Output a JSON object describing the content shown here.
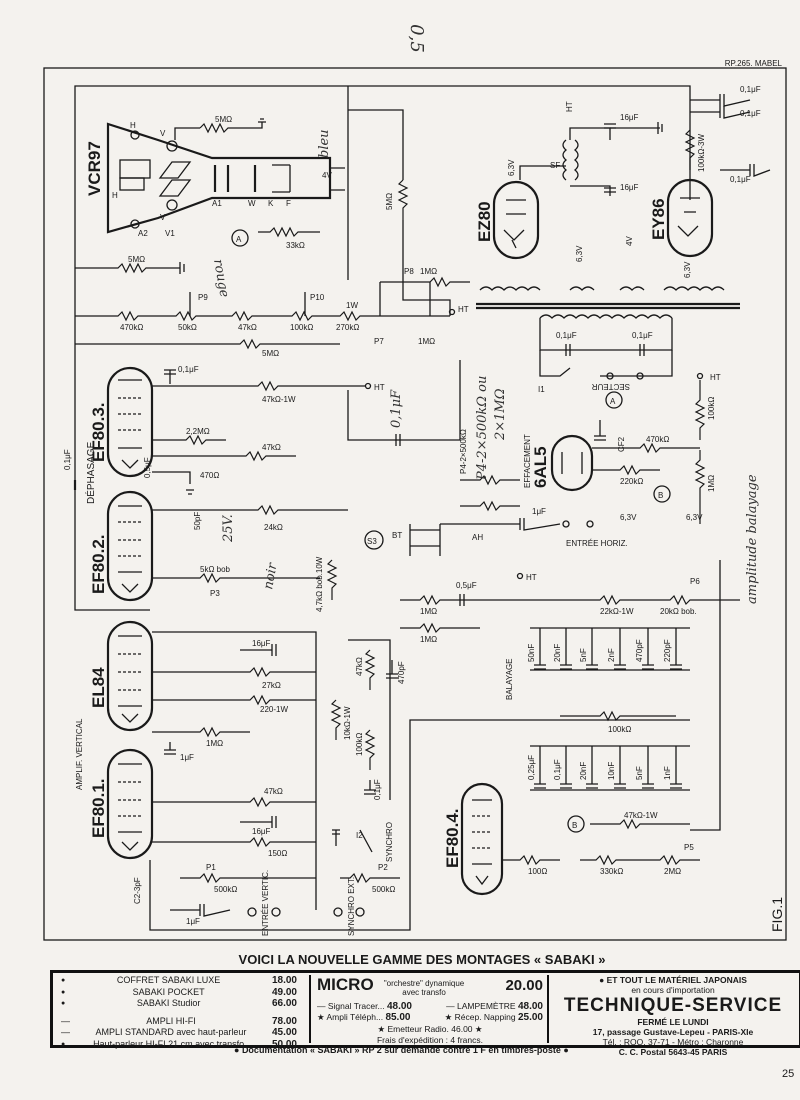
{
  "header_ref": "RP.265. MABEL",
  "handwritten_top": "0,5",
  "figure_label": "FIG.1",
  "tubes": [
    {
      "name": "VCR97"
    },
    {
      "name": "EZ80"
    },
    {
      "name": "EY86"
    },
    {
      "name": "EF80.3."
    },
    {
      "name": "EF80.2."
    },
    {
      "name": "EL84"
    },
    {
      "name": "EF80.1."
    },
    {
      "name": "6AL5"
    },
    {
      "name": "EF80.4."
    }
  ],
  "section_labels": {
    "dephasage": "DÉPHASAGE",
    "ampli_vertical": "AMPLIF. VERTICAL",
    "balayage": "BALAYAGE",
    "effacement": "EFFACEMENT",
    "secteur": "SECTEUR",
    "entree_horiz": "ENTRÉE HORIZ.",
    "entree_vertic": "ENTRÉE VERTIC.",
    "synchro_ext": "SYNCHRO EXT.",
    "synchro": "SYNCHRO"
  },
  "components": {
    "r_5m_top": "5MΩ",
    "r_33k": "33kΩ",
    "r_5m_left": "5MΩ",
    "r_5m_vert": "5MΩ",
    "r_1m_p8": "1MΩ",
    "p8": "P8",
    "p9": "P9",
    "p10": "P10",
    "p7": "P7",
    "r_470k": "470kΩ",
    "r_50k": "50kΩ",
    "r_47k_a": "47kΩ",
    "r_100k_a": "100kΩ",
    "r_270k": "270kΩ",
    "r_1w": "1W",
    "r_1m_p7": "1MΩ",
    "r_5m_bottom": "5MΩ",
    "r_47k_1w": "47kΩ-1W",
    "r_22m": "2,2MΩ",
    "r_47k_b": "47kΩ",
    "r_470": "470Ω",
    "c_01uf": "0,1μF",
    "c_05uf": "0,5μF",
    "c_50pf": "50pF",
    "r_24k": "24kΩ",
    "r_5k_bob": "5kΩ bob",
    "p3": "P3",
    "r_47k_bob": "4,7kΩ bob.10W",
    "c_16uf_a": "16μF",
    "r_27k": "27kΩ",
    "r_220_1w": "220-1W",
    "r_1m_el": "1MΩ",
    "c_1uf": "1μF",
    "r_10k_1w": "10kΩ-1W",
    "r_47k_c": "47kΩ",
    "c_470pf": "470pF",
    "r_100k_b": "100kΩ",
    "c_01uf_b": "0,1μF",
    "r_47k_d": "47kΩ",
    "c_16uf_b": "16μF",
    "r_150": "150Ω",
    "i2": "I2",
    "p1": "P1",
    "r_500k_p1": "500kΩ",
    "p2": "P2",
    "r_500k_p2": "500kΩ",
    "c2": "C2-3pF",
    "c_1uf_b": "1μF",
    "c_16uf_ps1": "16μF",
    "c_16uf_ps2": "16μF",
    "sf": "SF",
    "v63_a": "6,3V",
    "v63_b": "6,3V",
    "v4": "4V",
    "v63_c": "6,3V",
    "c_01uf_ps1": "0,1μF",
    "c_01uf_ps2": "0,1μF",
    "c_01uf_ps3": "0,1μF",
    "r_100k_3w": "100kΩ-3W",
    "c_01uf_tr1": "0,1μF",
    "c_01uf_tr2": "0,1μF",
    "i1": "I1",
    "r_470k_b": "470kΩ",
    "r_100k_c": "100kΩ",
    "r_220k": "220kΩ",
    "r_1m_b": "1MΩ",
    "cf2": "CF2",
    "c_1uf_c": "1μF",
    "p4": "P4-2×500kΩ",
    "r_1m_c": "1MΩ",
    "r_1m_d": "1MΩ",
    "c_05uf_b": "0,5μF",
    "r_22k_1w": "22kΩ-1W",
    "r_20k_bob": "20kΩ bob.",
    "p6": "P6",
    "bal_caps": [
      "50nF",
      "20nF",
      "5nF",
      "2nF",
      "470pF",
      "220pF"
    ],
    "r_100k_d": "100kΩ",
    "bal_caps2": [
      "0,25μF",
      "0,1μF",
      "20nF",
      "10nF",
      "5nF",
      "1nF"
    ],
    "r_47k_1w_b": "47kΩ-1W",
    "r_100": "100Ω",
    "r_330k": "330kΩ",
    "r_2m": "2MΩ",
    "p5": "P5",
    "bt": "BT",
    "ah": "AH",
    "s3": "S3",
    "ht": "HT",
    "pins": [
      "H",
      "V",
      "V",
      "H",
      "A2",
      "V1",
      "A1",
      "W",
      "K",
      "F"
    ],
    "marker_a": "A",
    "marker_b": "B",
    "v63_d": "6,3V",
    "v63_e": "6,3V",
    "v4_vcr": "4V"
  },
  "handwritten": {
    "h1": "0,1μF",
    "h2": "P4-2×500kΩ ou",
    "h3": "2×1MΩ",
    "h4": "amplitude balayage",
    "h5": "bleu",
    "h6": "rouge",
    "h7": "noir",
    "h8": "25V."
  },
  "ad": {
    "headline": "VOICI LA NOUVELLE GAMME DES MONTAGES « SABAKI »",
    "left_items": [
      {
        "label": "COFFRET SABAKI LUXE",
        "price": "18.00"
      },
      {
        "label": "SABAKI POCKET",
        "price": "49.00"
      },
      {
        "label": "SABAKI Studior",
        "price": "66.00"
      }
    ],
    "left_items2": [
      {
        "label": "AMPLI HI-FI",
        "price": "78.00"
      },
      {
        "label": "AMPLI STANDARD avec haut-parleur",
        "price": "45.00"
      },
      {
        "label": "Haut-parleur HI-FI 21 cm avec transfo",
        "price": "50.00"
      }
    ],
    "micro_title": "MICRO",
    "micro_desc": "\"orchestre\" dynamique avec transfo",
    "micro_price": "20.00",
    "mid_items": [
      {
        "label": "Signal Tracer...",
        "price": "48.00",
        "label2": "LAMPEMÈTRE",
        "price2": "48.00"
      },
      {
        "label": "Ampli Téléph...",
        "price": "85.00",
        "label2": "Récep. Napping",
        "price2": "25.00"
      }
    ],
    "emetteur": "Emetteur Radio. 46.00",
    "frais": "Frais d'expédition : 4 francs.",
    "right_top": "ET TOUT LE MATÉRIEL JAPONAIS",
    "right_sub": "en cours d'importation",
    "company": "TECHNIQUE-SERVICE",
    "ferme": "FERMÉ LE LUNDI",
    "address": "17, passage Gustave-Lepeu - PARIS-XIe",
    "tel": "Tél. : ROQ. 37-71 - Métro : Charonne",
    "ccp": "C. C. Postal 5643-45 PARIS",
    "documentation": "Documentation « SABAKI » RP 2 sur demande contre 1 F en timbres-poste"
  },
  "page_number": "25"
}
